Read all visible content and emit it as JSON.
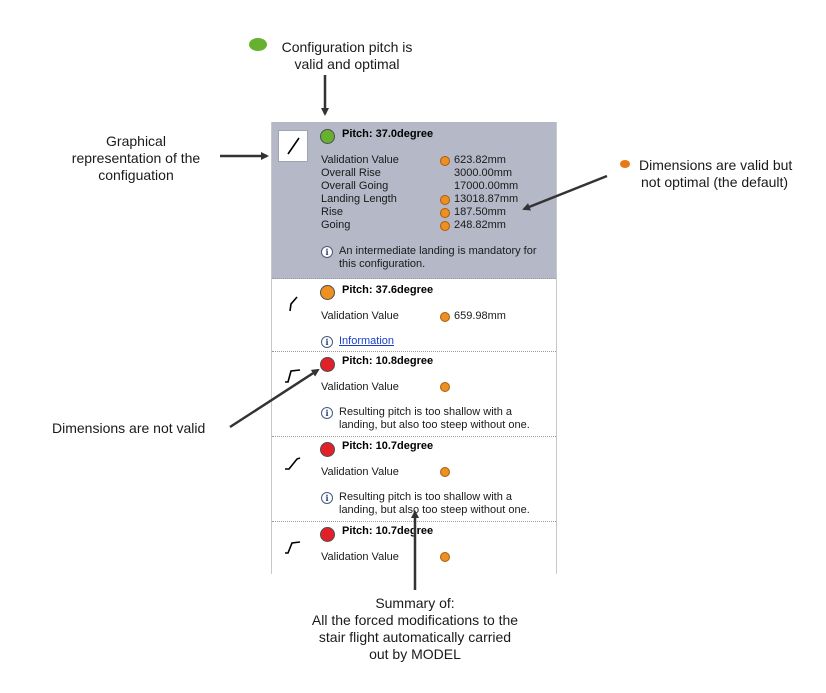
{
  "annotations": {
    "top": [
      "Configuration pitch is",
      "valid and optimal"
    ],
    "left": [
      "Graphical",
      "representation of the",
      "configuation"
    ],
    "right": [
      "Dimensions are valid but",
      "not optimal (the default)"
    ],
    "not_valid": "Dimensions are not valid",
    "summary": [
      "Summary of:",
      "All the forced modifications to the",
      "stair flight automatically carried",
      "out by MODEL"
    ]
  },
  "colors": {
    "valid": "#67b130",
    "warning": "#ee8f22",
    "invalid": "#e3202a",
    "selected_bg": "#b4b8c7"
  },
  "entries": [
    {
      "status": "valid",
      "pitch": "Pitch: 37.0degree",
      "rows": [
        {
          "label": "Validation Value",
          "value": "623.82mm",
          "dot": true
        },
        {
          "label": "Overall Rise",
          "value": "3000.00mm",
          "dot": false
        },
        {
          "label": "Overall Going",
          "value": "17000.00mm",
          "dot": false
        },
        {
          "label": "Landing Length",
          "value": "13018.87mm",
          "dot": true
        },
        {
          "label": "Rise",
          "value": "187.50mm",
          "dot": true
        },
        {
          "label": "Going",
          "value": "248.82mm",
          "dot": true
        }
      ],
      "message": "An intermediate landing is mandatory for this configuration."
    },
    {
      "status": "warning",
      "pitch": "Pitch: 37.6degree",
      "rows": [
        {
          "label": "Validation Value",
          "value": "659.98mm",
          "dot": true
        }
      ],
      "link": "Information"
    },
    {
      "status": "invalid",
      "pitch": "Pitch: 10.8degree",
      "rows": [
        {
          "label": "Validation Value",
          "value": "",
          "dot": true
        }
      ],
      "message": "Resulting pitch is too shallow with a landing, but also too steep without one."
    },
    {
      "status": "invalid",
      "pitch": "Pitch: 10.7degree",
      "rows": [
        {
          "label": "Validation Value",
          "value": "",
          "dot": true
        }
      ],
      "message": "Resulting pitch is too shallow with a landing, but also too steep without one."
    },
    {
      "status": "invalid",
      "pitch": "Pitch: 10.7degree",
      "rows": [
        {
          "label": "Validation Value",
          "value": "",
          "dot": true
        }
      ]
    }
  ]
}
